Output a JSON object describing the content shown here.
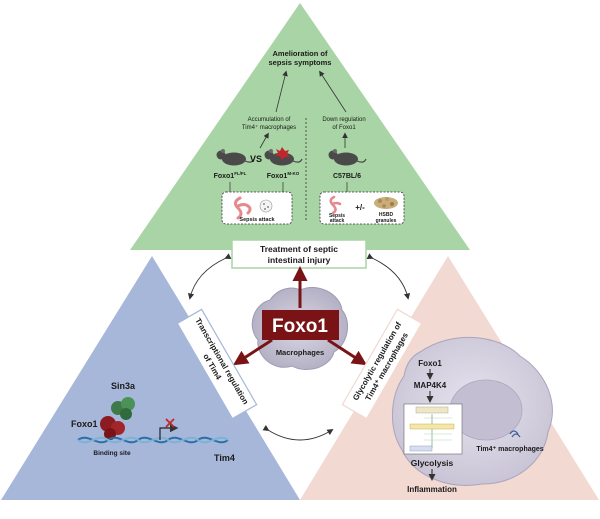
{
  "top": {
    "amelioration_line1": "Amelioration of",
    "amelioration_line2": "sepsis symptoms",
    "accumulation_line1": "Accumulation of",
    "accumulation_line2": "Tim4⁺ macrophages",
    "downreg_line1": "Down regulation",
    "downreg_line2": "of Foxo1",
    "vs": "VS",
    "mouse_flfl": "Foxo1",
    "mouse_flfl_sup": "FL/FL",
    "mouse_mko": "Foxo1",
    "mouse_mko_sup": "M-KO",
    "mouse_c57": "C57BL/6",
    "sepsis_attack": "Sepsis attack",
    "sepsis_attack_2a": "Sepsis",
    "sepsis_attack_2b": "attack",
    "plus_minus": "+/-",
    "hsbd_line1": "HSBD",
    "hsbd_line2": "granules"
  },
  "center": {
    "treatment_line1": "Treatment of septic",
    "treatment_line2": "intestinal injury",
    "foxo1": "Foxo1",
    "macrophages": "Macrophages"
  },
  "left": {
    "banner_line1": "Transcriptional regulation",
    "banner_line2": "of Tim4",
    "sin3a": "Sin3a",
    "foxo1": "Foxo1",
    "binding_site": "Binding site",
    "tim4": "Tim4"
  },
  "right": {
    "banner_line1": "Glycolytic regulation of",
    "banner_line2": "Tim4⁺ macrophages",
    "foxo1": "Foxo1",
    "map4k4": "MAP4K4",
    "glycolysis": "Glycolysis",
    "inflammation": "Inflammation",
    "tim4_macrophages": "Tim4⁺ macrophages"
  },
  "colors": {
    "top_panel": "#a9d4a5",
    "left_panel": "#a6b7d9",
    "right_panel": "#f2d9d2",
    "foxo1_box": "#7a1316",
    "arrow": "#7a1316"
  }
}
